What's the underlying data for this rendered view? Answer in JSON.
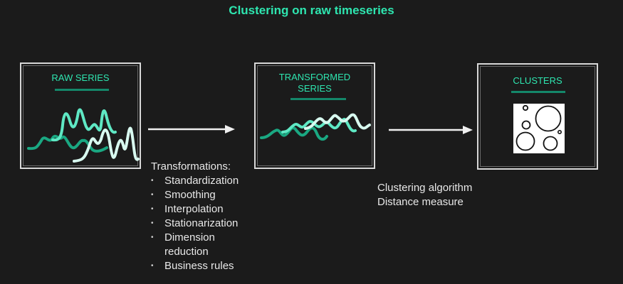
{
  "title": "Clustering on raw timeseries",
  "stages": [
    {
      "label": "RAW SERIES",
      "visual": "raw-series-lines"
    },
    {
      "label_line1": "TRANSFORMED",
      "label_line2": "SERIES",
      "visual": "transformed-series-lines"
    },
    {
      "label": "CLUSTERS",
      "visual": "cluster-circles"
    }
  ],
  "transformations": {
    "heading": "Transformations:",
    "items": [
      "Standardization",
      "Smoothing",
      "Interpolation",
      "Stationarization",
      "Dimension",
      "Business rules"
    ],
    "continuation": "reduction"
  },
  "clustering_notes": [
    "Clustering algorithm",
    "Distance measure"
  ],
  "colors": {
    "accent": "#2ee6b0",
    "underline": "#14886a",
    "series_dark": "#1aa882",
    "series_mid": "#5fe8c4",
    "series_light": "#d8faf0",
    "background": "#1b1b1b"
  }
}
